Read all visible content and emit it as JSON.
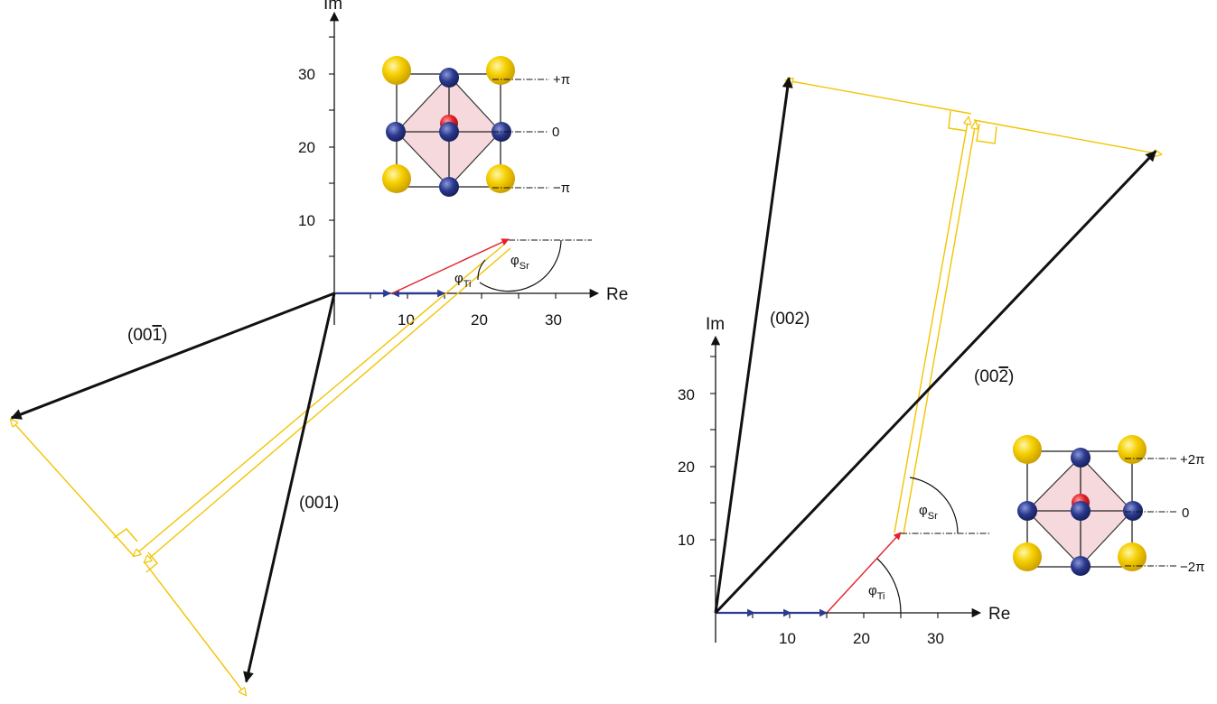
{
  "colors": {
    "sr_atom": "#f5cf00",
    "ti_o_atom": "#2c3a8f",
    "center_atom": "#e3202a",
    "structure_factor_arrow": "#111111",
    "partial_sum_construction": "#f2c400",
    "sr_contribution_arrow": "#e3202a",
    "ti_o_contribution_arrow": "#2c3a8f",
    "octahedron_fill": "#f6d9dc"
  },
  "left_panel": {
    "axis": {
      "x_label": "Re",
      "y_label": "Im",
      "x_ticks": [
        "10",
        "20",
        "30"
      ],
      "y_ticks": [
        "10",
        "20",
        "30"
      ]
    },
    "vectors": [
      {
        "label": "(001)",
        "tip": [
          -12,
          -53
        ]
      },
      {
        "label_main": "(00",
        "label_bar": "1",
        "label_end": ")",
        "tip": [
          -44,
          -17
        ]
      }
    ],
    "angles": [
      {
        "symbol": "φ",
        "subscript": "Ti"
      },
      {
        "symbol": "φ",
        "subscript": "Sr"
      }
    ],
    "phase_labels": [
      "+π",
      "0",
      "−π"
    ]
  },
  "right_panel": {
    "axis": {
      "x_label": "Re",
      "y_label": "Im",
      "x_ticks": [
        "10",
        "20",
        "30"
      ],
      "y_ticks": [
        "10",
        "20",
        "30"
      ]
    },
    "vectors": [
      {
        "label": "(002)",
        "tip": [
          10,
          73
        ]
      },
      {
        "label_main": "(00",
        "label_bar": "2",
        "label_end": ")",
        "tip": [
          60,
          63
        ]
      }
    ],
    "angles": [
      {
        "symbol": "φ",
        "subscript": "Ti"
      },
      {
        "symbol": "φ",
        "subscript": "Sr"
      }
    ],
    "phase_labels": [
      "+2π",
      "0",
      "−2π"
    ]
  }
}
